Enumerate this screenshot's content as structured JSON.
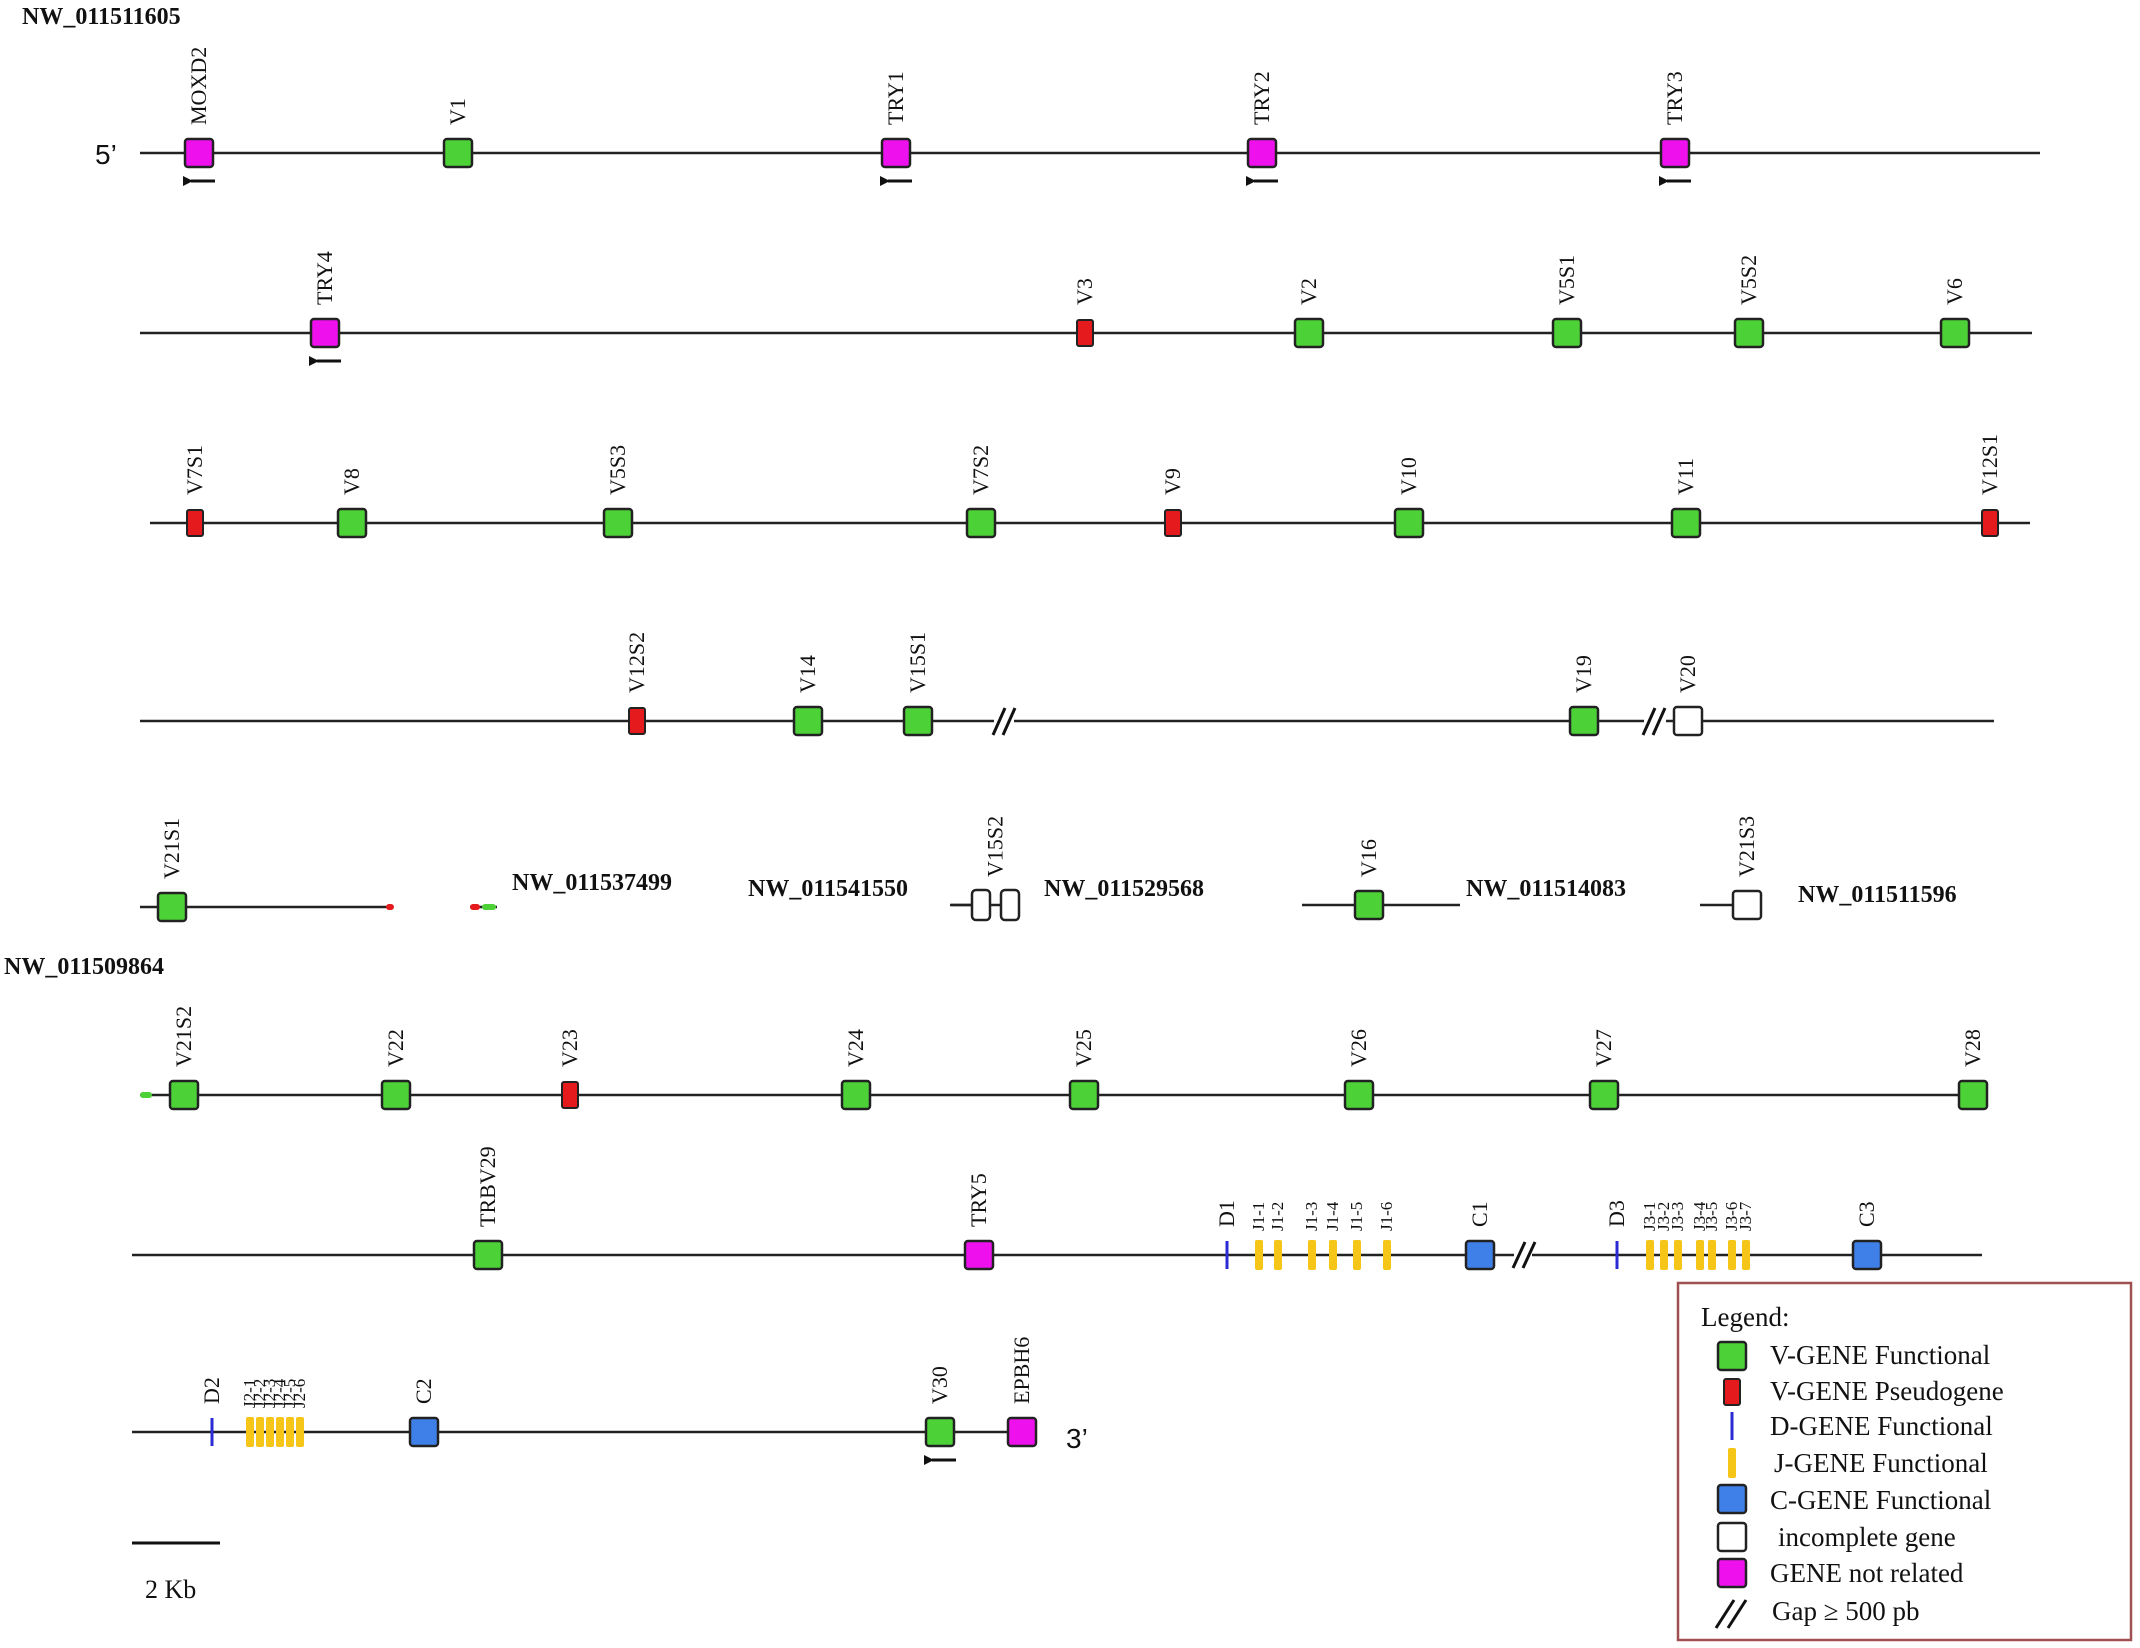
{
  "contigs": {
    "main_top": "NW_011511605",
    "c1": "NW_011537499",
    "c2": "NW_011541550",
    "c3": "NW_011529568",
    "c4": "NW_011514083",
    "c5": "NW_011511596",
    "main_bottom": "NW_011509864"
  },
  "ends": {
    "five_prime": "5’",
    "three_prime": "3’"
  },
  "scale_bar": "2 Kb",
  "colors": {
    "v_functional": "#4cd137",
    "v_pseudogene": "#e41a1c",
    "d_functional": "#2b2bd6",
    "j_functional": "#f5c518",
    "c_functional": "#3f7fe8",
    "incomplete": "#ffffff",
    "not_related": "#ee11ee",
    "legend_border": "#a05050"
  },
  "legend": {
    "title": "Legend:",
    "v_functional": "V-GENE Functional",
    "v_pseudogene": "V-GENE Pseudogene",
    "d_functional": "D-GENE Functional",
    "j_functional": "J-GENE Functional",
    "c_functional": "C-GENE Functional",
    "incomplete": "incomplete gene",
    "not_related": "GENE not related",
    "gap": "Gap  ≥ 500 pb"
  },
  "rows": [
    {
      "genes": [
        {
          "label": "MOXD2",
          "type": "not_related",
          "arrow": "left"
        },
        {
          "label": "V1",
          "type": "v_functional"
        },
        {
          "label": "TRY1",
          "type": "not_related",
          "arrow": "left"
        },
        {
          "label": "TRY2",
          "type": "not_related",
          "arrow": "left"
        },
        {
          "label": "TRY3",
          "type": "not_related",
          "arrow": "left"
        }
      ]
    },
    {
      "genes": [
        {
          "label": "TRY4",
          "type": "not_related",
          "arrow": "left"
        },
        {
          "label": "V3",
          "type": "v_pseudogene"
        },
        {
          "label": "V2",
          "type": "v_functional"
        },
        {
          "label": "V5S1",
          "type": "v_functional"
        },
        {
          "label": "V5S2",
          "type": "v_functional"
        },
        {
          "label": "V6",
          "type": "v_functional"
        }
      ]
    },
    {
      "genes": [
        {
          "label": "V7S1",
          "type": "v_pseudogene"
        },
        {
          "label": "V8",
          "type": "v_functional"
        },
        {
          "label": "V5S3",
          "type": "v_functional"
        },
        {
          "label": "V7S2",
          "type": "v_functional"
        },
        {
          "label": "V9",
          "type": "v_pseudogene"
        },
        {
          "label": "V10",
          "type": "v_functional"
        },
        {
          "label": "V11",
          "type": "v_functional"
        },
        {
          "label": "V12S1",
          "type": "v_pseudogene"
        }
      ]
    },
    {
      "genes": [
        {
          "label": "V12S2",
          "type": "v_pseudogene"
        },
        {
          "label": "V14",
          "type": "v_functional"
        },
        {
          "label": "V15S1",
          "type": "v_functional"
        },
        {
          "label": "V19",
          "type": "v_functional"
        },
        {
          "label": "V20",
          "type": "incomplete"
        }
      ]
    },
    {
      "genes": [
        {
          "label": "V21S1",
          "type": "v_functional"
        },
        {
          "label": "V15S2",
          "type": "incomplete"
        },
        {
          "label": "V16",
          "type": "v_functional"
        },
        {
          "label": "V21S3",
          "type": "incomplete"
        }
      ]
    },
    {
      "genes": [
        {
          "label": "V21S2",
          "type": "v_functional"
        },
        {
          "label": "V22",
          "type": "v_functional"
        },
        {
          "label": "V23",
          "type": "v_pseudogene"
        },
        {
          "label": "V24",
          "type": "v_functional"
        },
        {
          "label": "V25",
          "type": "v_functional"
        },
        {
          "label": "V26",
          "type": "v_functional"
        },
        {
          "label": "V27",
          "type": "v_functional"
        },
        {
          "label": "V28",
          "type": "v_functional"
        }
      ]
    },
    {
      "genes": [
        {
          "label": "TRBV29",
          "type": "v_functional"
        },
        {
          "label": "TRY5",
          "type": "not_related"
        },
        {
          "label": "D1",
          "type": "d_functional"
        },
        {
          "label": "J1-1",
          "type": "j_functional"
        },
        {
          "label": "J1-2",
          "type": "j_functional"
        },
        {
          "label": "J1-3",
          "type": "j_functional"
        },
        {
          "label": "J1-4",
          "type": "j_functional"
        },
        {
          "label": "J1-5",
          "type": "j_functional"
        },
        {
          "label": "J1-6",
          "type": "j_functional"
        },
        {
          "label": "C1",
          "type": "c_functional"
        },
        {
          "label": "D3",
          "type": "d_functional"
        },
        {
          "label": "J3-1",
          "type": "j_functional"
        },
        {
          "label": "J3-2",
          "type": "j_functional"
        },
        {
          "label": "J3-3",
          "type": "j_functional"
        },
        {
          "label": "J3-4",
          "type": "j_functional"
        },
        {
          "label": "J3-5",
          "type": "j_functional"
        },
        {
          "label": "J3-6",
          "type": "j_functional"
        },
        {
          "label": "J3-7",
          "type": "j_functional"
        },
        {
          "label": "C3",
          "type": "c_functional"
        }
      ]
    },
    {
      "genes": [
        {
          "label": "D2",
          "type": "d_functional"
        },
        {
          "label": "J2-1",
          "type": "j_functional"
        },
        {
          "label": "J2-2",
          "type": "j_functional"
        },
        {
          "label": "J2-3",
          "type": "j_functional"
        },
        {
          "label": "J2-4",
          "type": "j_functional"
        },
        {
          "label": "J2-5",
          "type": "j_functional"
        },
        {
          "label": "J2-6",
          "type": "j_functional"
        },
        {
          "label": "C2",
          "type": "c_functional"
        },
        {
          "label": "V30",
          "type": "v_functional",
          "arrow": "left"
        },
        {
          "label": "EPBH6",
          "type": "not_related"
        }
      ]
    }
  ]
}
